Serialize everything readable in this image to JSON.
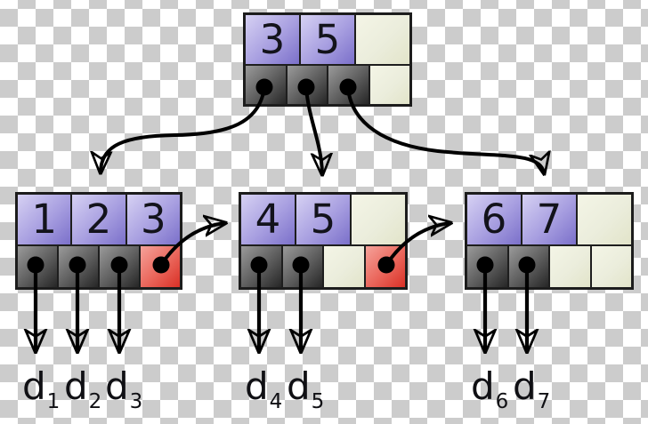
{
  "root_node": {
    "keys": [
      "3",
      "5"
    ]
  },
  "child_nodes": [
    {
      "keys": [
        "1",
        "2",
        "3"
      ]
    },
    {
      "keys": [
        "4",
        "5"
      ]
    },
    {
      "keys": [
        "6",
        "7"
      ]
    }
  ],
  "data_pointers": [
    {
      "base": "d",
      "sub": "1"
    },
    {
      "base": "d",
      "sub": "2"
    },
    {
      "base": "d",
      "sub": "3"
    },
    {
      "base": "d",
      "sub": "4"
    },
    {
      "base": "d",
      "sub": "5"
    },
    {
      "base": "d",
      "sub": "6"
    },
    {
      "base": "d",
      "sub": "7"
    }
  ],
  "colors": {
    "key_cell_light": "#d6d1f3",
    "key_cell_dark": "#7b70ca",
    "pointer_cell_light": "#9a9a9a",
    "pointer_cell_dark": "#262626",
    "sibling_cell_light": "#f5a29a",
    "sibling_cell_dark": "#d93026",
    "empty_cell": "#eff0d8",
    "arrow": "#000000",
    "text": "#13131b",
    "checker_light": "#ffffff",
    "checker_dark": "#cccccc"
  }
}
